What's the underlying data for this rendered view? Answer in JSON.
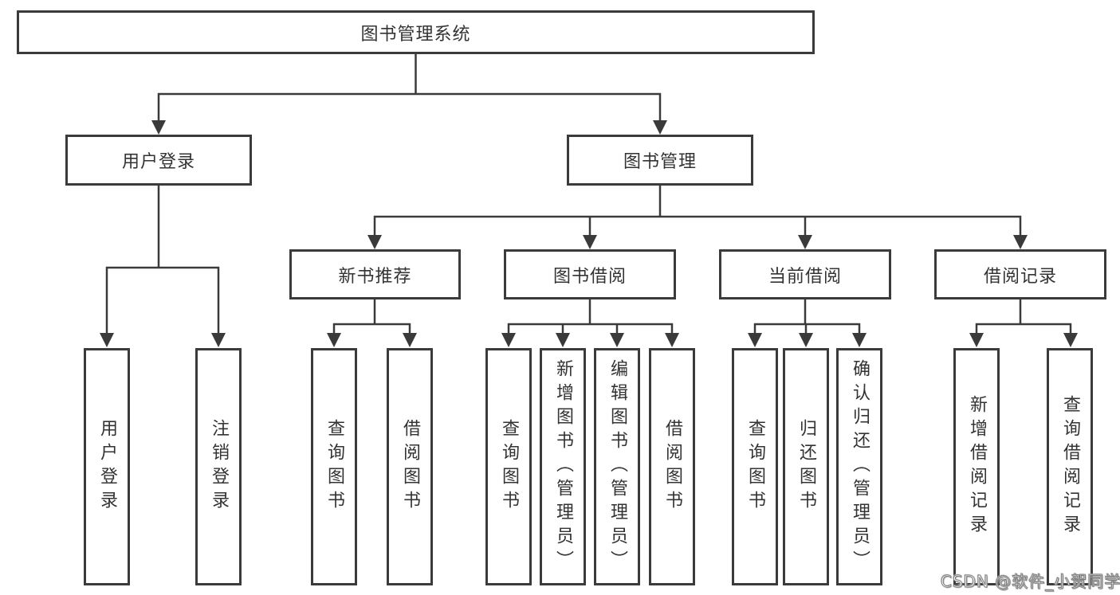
{
  "diagram": {
    "title_node": "图书管理系统",
    "level2": {
      "user_login": "用户登录",
      "book_mgmt": "图书管理"
    },
    "level3": {
      "new_book_rec": "新书推荐",
      "book_borrow": "图书借阅",
      "current_borrow": "当前借阅",
      "borrow_record": "借阅记录"
    },
    "leaves": {
      "user_login": "用户登录",
      "logout": "注销登录",
      "nb_query_book": "查询图书",
      "nb_borrow_book": "借阅图书",
      "bb_query_book": "查询图书",
      "bb_add_book_admin": "新增图书（管理员）",
      "bb_edit_book_admin": "编辑图书（管理员）",
      "bb_borrow_book": "借阅图书",
      "cb_query_book": "查询图书",
      "cb_return_book": "归还图书",
      "cb_confirm_return_admin": "确认归还（管理员）",
      "br_add_record": "新增借阅记录",
      "br_query_record": "查询借阅记录"
    }
  },
  "watermark": "CSDN @软件_小贺同学",
  "colors": {
    "line": "#3a3a3a",
    "box_border": "#3b3b3b",
    "text": "#333333",
    "background": "#ffffff",
    "watermark_fill": "#ffffff",
    "watermark_stroke": "#7d7d7d"
  }
}
